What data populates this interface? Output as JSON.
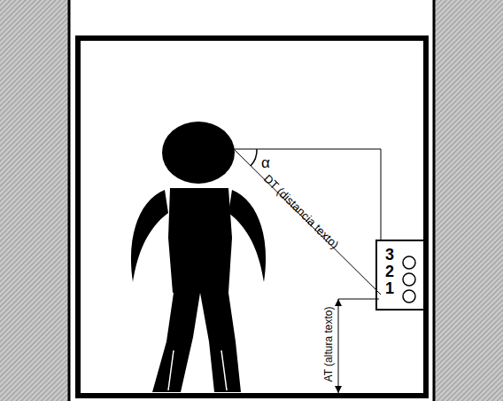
{
  "diagram": {
    "nodes": [
      {
        "text": [
          "3",
          "2",
          "1"
        ]
      }
    ],
    "labels": [
      "α",
      "DT (distancia texto)",
      "AT (altura texto)"
    ]
  }
}
